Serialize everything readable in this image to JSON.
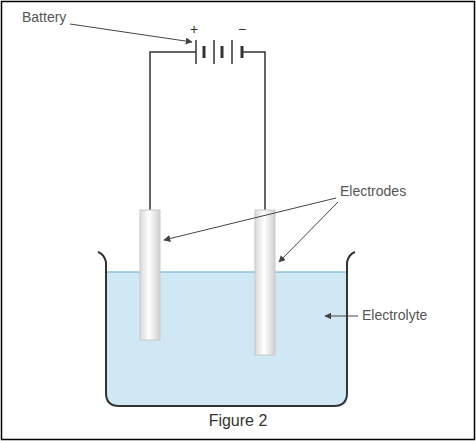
{
  "diagram": {
    "caption": "Figure 2",
    "labels": [
      "Battery",
      "+",
      "−",
      "Electrodes",
      "Electrolyte"
    ]
  }
}
